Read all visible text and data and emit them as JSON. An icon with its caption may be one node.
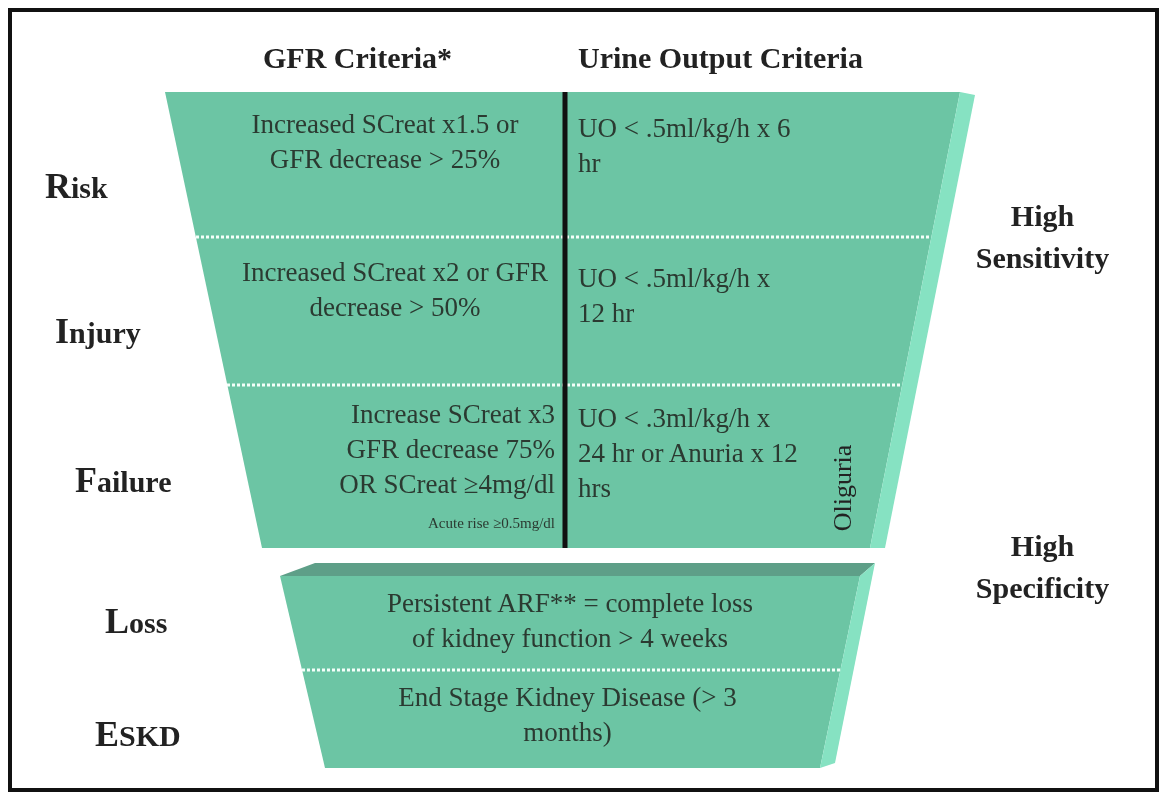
{
  "diagram": {
    "nodes": [
      {
        "text": [],
        "shape": "trapezoid"
      },
      {
        "text": [
          "Increased SCreat x1.5 or GFR decrease > 25%"
        ],
        "in": 0
      },
      {
        "text": [
          "UO < .5ml/kg/h x 6 hr"
        ],
        "in": 0
      },
      {
        "text": [
          "Increased SCreat x2 or GFR decrease > 50%"
        ],
        "in": 0
      },
      {
        "text": [
          "UO < .5ml/kg/h x 12 hr"
        ],
        "in": 0
      },
      {
        "text": [
          "Increase SCreat x3 GFR decrease 75% OR SCreat ≥4mg/dl",
          "Acute rise ≥0.5mg/dl"
        ],
        "in": 0
      },
      {
        "text": [
          "UO < .3ml/kg/h x 24 hr or Anuria x 12 hrs"
        ],
        "in": 0
      },
      {
        "text": [],
        "shape": "trapezoid"
      },
      {
        "text": [
          "Persistent ARF** = complete loss of kidney function > 4 weeks"
        ],
        "in": 7
      },
      {
        "text": [
          "End Stage Kidney Disease (> 3 months)"
        ],
        "in": 7
      }
    ],
    "labels": [
      "GFR Criteria*",
      "Urine Output Criteria",
      "Risk",
      "High Sensitivity",
      "Injury",
      "Failure",
      "Oliguria",
      "High Specificity",
      "Loss",
      "ESKD"
    ]
  }
}
